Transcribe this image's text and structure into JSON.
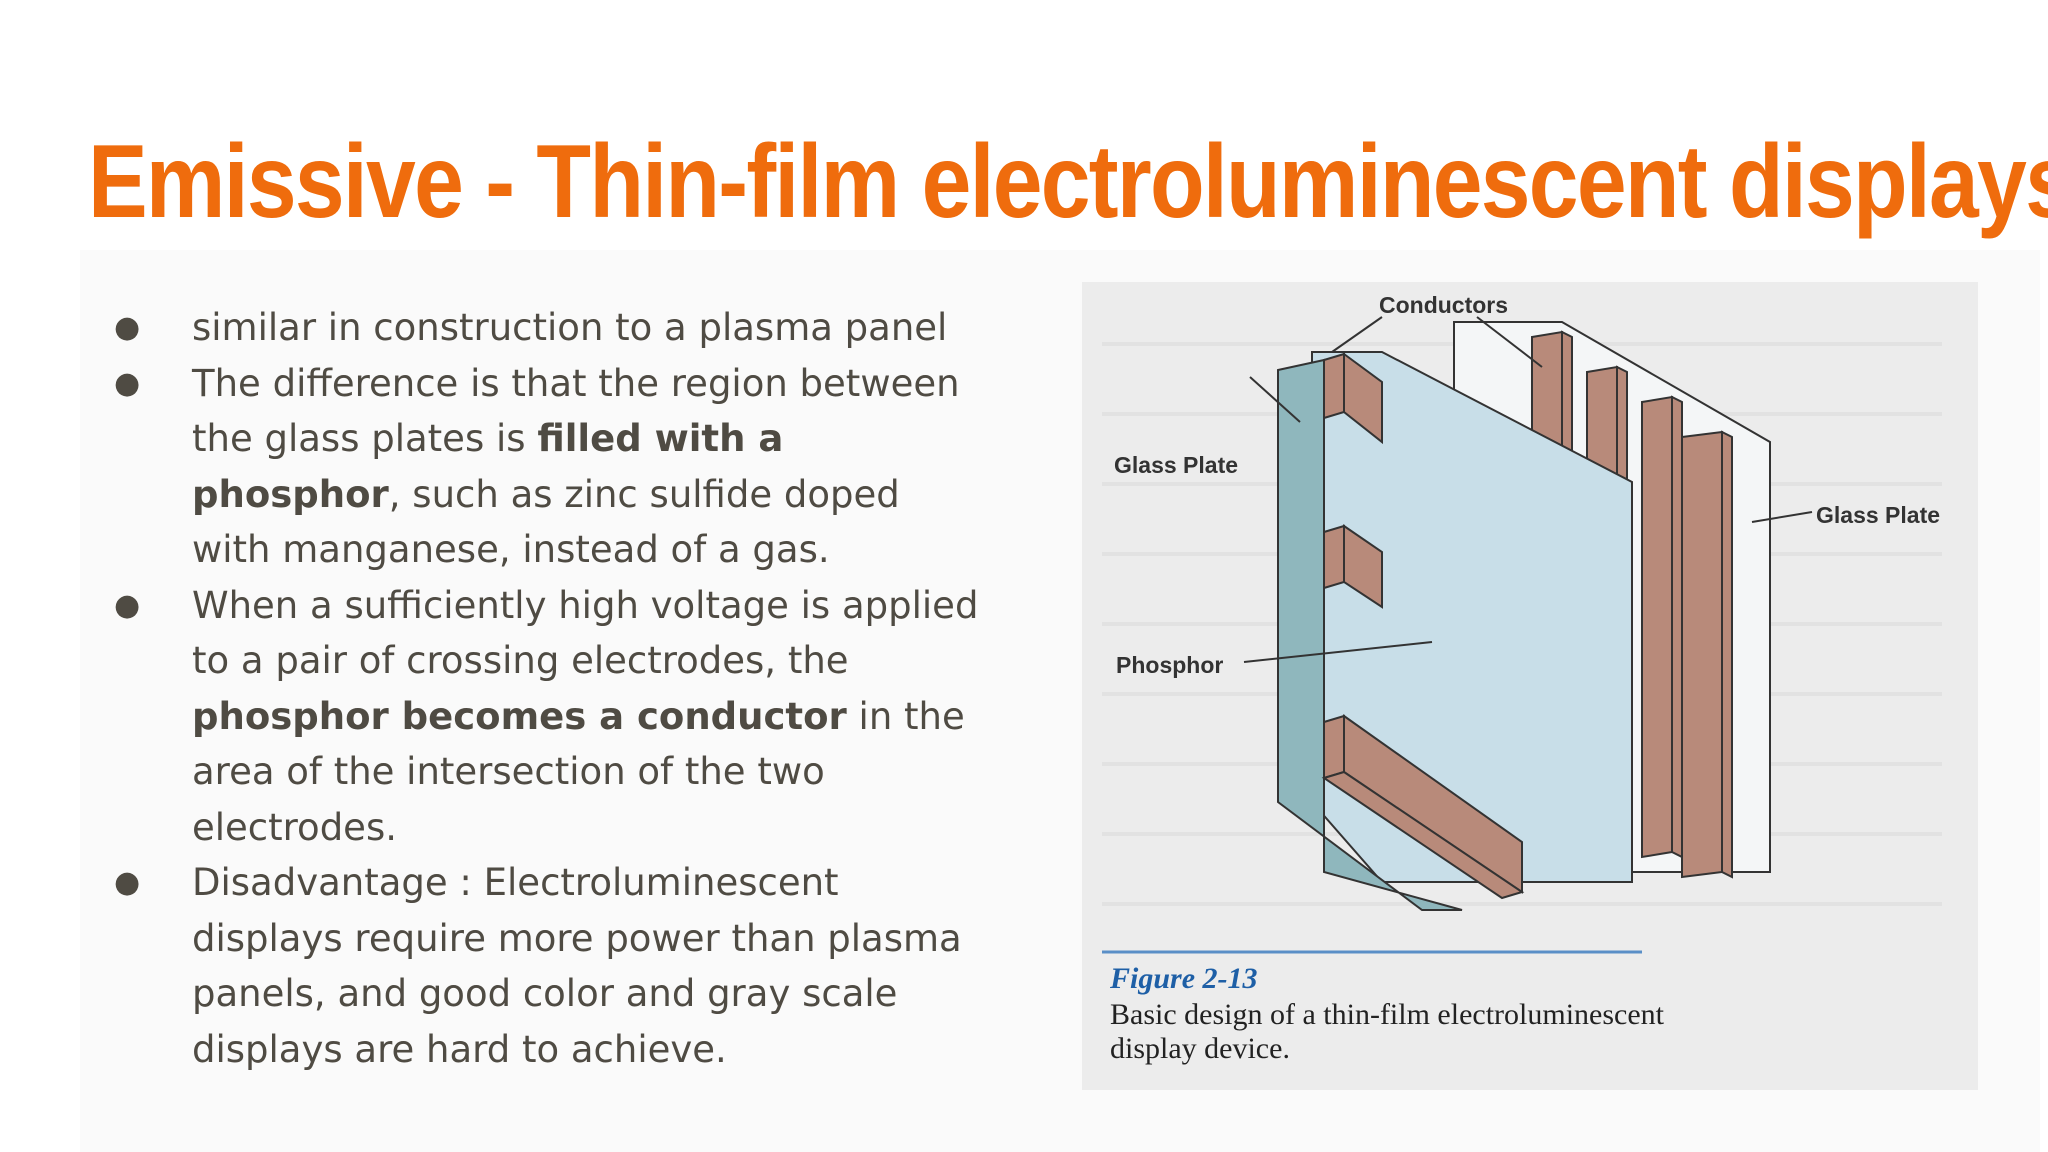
{
  "slide": {
    "title": "Emissive - Thin-film electroluminescent displays",
    "bullets": [
      {
        "parts": [
          {
            "text": "similar in construction to a plasma panel",
            "bold": false
          }
        ]
      },
      {
        "parts": [
          {
            "text": "The difference is that the region between the glass plates is ",
            "bold": false
          },
          {
            "text": "filled with a phosphor",
            "bold": true
          },
          {
            "text": ", such as zinc sulfide doped with manganese, instead of a gas.",
            "bold": false
          }
        ]
      },
      {
        "parts": [
          {
            "text": "When a sufficiently high voltage is applied to a pair of crossing electrodes, the ",
            "bold": false
          },
          {
            "text": "phosphor becomes a conductor",
            "bold": true
          },
          {
            "text": " in the area of the intersection of the two electrodes.",
            "bold": false
          }
        ]
      },
      {
        "parts": [
          {
            "text": "Disadvantage : Electroluminescent displays require more power than plasma panels, and good color and gray scale displays are hard to achieve.",
            "bold": false
          }
        ]
      }
    ]
  },
  "figure": {
    "labels": {
      "conductors": "Conductors",
      "glass_plate_left": "Glass Plate",
      "glass_plate_right": "Glass Plate",
      "phosphor": "Phosphor"
    },
    "caption_number": "Figure 2-13",
    "caption_text": "Basic design of a thin-film electroluminescent display device."
  },
  "colors": {
    "title": "#ef6c0d",
    "body_text": "#4f4b43",
    "caption_number": "#1e5fa6"
  }
}
